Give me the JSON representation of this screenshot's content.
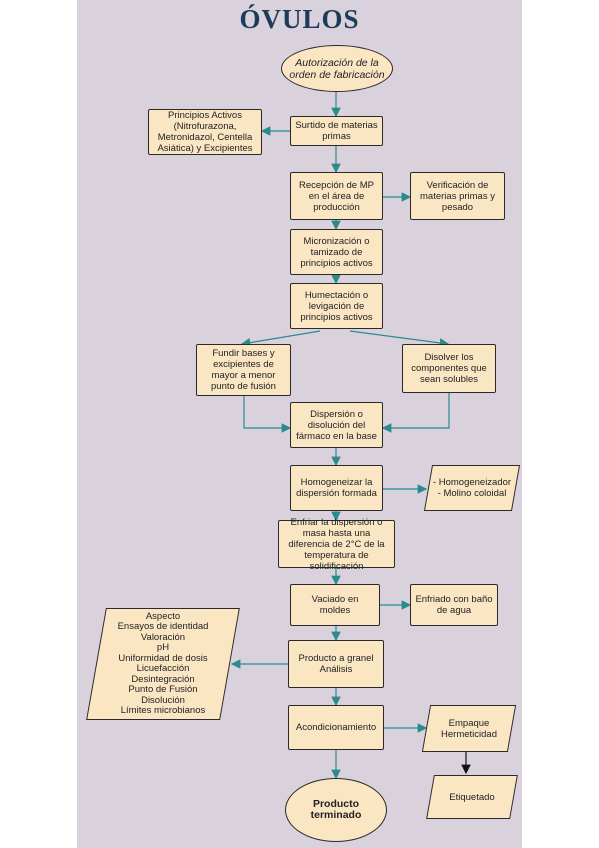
{
  "title": "ÓVULOS",
  "nodes": {
    "start": "Autorización de la orden de fabricación",
    "surtido": "Surtido de materias primas",
    "principios": "Principios Activos (Nitrofurazona, Metronidazol, Centella Asiática) y Excipientes",
    "recepcion": "Recepción de MP en el área de producción",
    "verificacion": "Verificación de materias primas y pesado",
    "micronizacion": "Micronización o tamizado de principios activos",
    "humectacion": "Humectación o levigación de principios activos",
    "fundir": "Fundir bases y excipientes de mayor a menor punto de fusión",
    "disolver": "Disolver los componentes que sean solubles",
    "dispersion": "Dispersión o disolución del fármaco en la base",
    "homogeneizar": "Homogeneizar la dispersión formada",
    "equipos": "- Homogeneizador\n- Molino coloidal",
    "enfriar": "Enfriar la dispersión o masa hasta una diferencia de 2°C de la temperatura de solidificación",
    "vaciado": "Vaciado en moldes",
    "enfriado_bano": "Enfriado con baño de agua",
    "producto_granel": "Producto a granel\nAnálisis",
    "acondicionamiento": "Acondicionamiento",
    "empaque": "Empaque\nHermeticidad",
    "etiquetado": "Etiquetado",
    "terminado": "Producto terminado"
  },
  "analisis_list": [
    "Aspecto",
    "Ensayos de identidad",
    "Valoración",
    "pH",
    "Uniformidad de dosis",
    "Licuefacción",
    "Desintegración",
    "Punto de Fusión",
    "Disolución",
    "Límites microbianos"
  ],
  "colors": {
    "panel": "#d9d2dc",
    "node_fill": "#fbe6c4",
    "arrow": "#2a8a8c",
    "title": "#1f3b5a"
  }
}
